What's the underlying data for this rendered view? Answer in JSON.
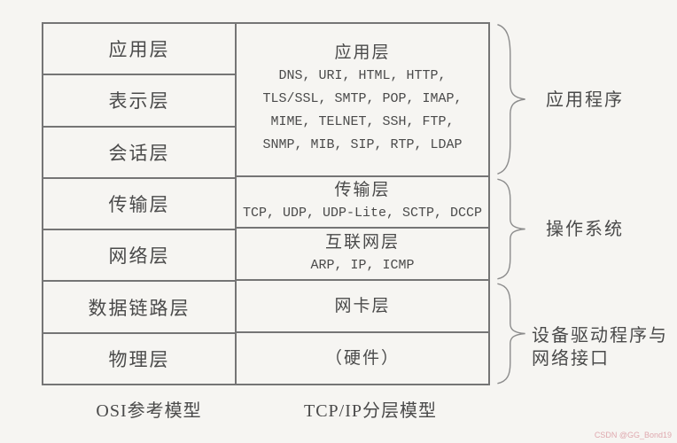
{
  "colors": {
    "background": "#f6f5f2",
    "line": "#757575",
    "text": "#4a4a4a",
    "brace": "#8c8c8c",
    "watermark": "#dfa8ae"
  },
  "osi": {
    "caption": "OSI参考模型",
    "layers": [
      "应用层",
      "表示层",
      "会话层",
      "传输层",
      "网络层",
      "数据链路层",
      "物理层"
    ]
  },
  "tcpip": {
    "caption": "TCP/IP分层模型",
    "application": {
      "title": "应用层",
      "lines": [
        "DNS, URI, HTML, HTTP,",
        "TLS/SSL, SMTP, POP, IMAP,",
        "MIME, TELNET, SSH, FTP,",
        "SNMP, MIB, SIP, RTP, LDAP"
      ]
    },
    "transport": {
      "title": "传输层",
      "protocols": "TCP, UDP, UDP-Lite, SCTP, DCCP"
    },
    "internet": {
      "title": "互联网层",
      "protocols": "ARP, IP, ICMP"
    },
    "network_card": {
      "title": "网卡层"
    },
    "hardware": {
      "title": "（硬件）"
    }
  },
  "annotations": {
    "application_scope": "应用程序",
    "os_scope": "操作系统",
    "driver_scope_line1": "设备驱动程序与",
    "driver_scope_line2": "网络接口"
  },
  "watermark": "CSDN @GG_Bond19"
}
